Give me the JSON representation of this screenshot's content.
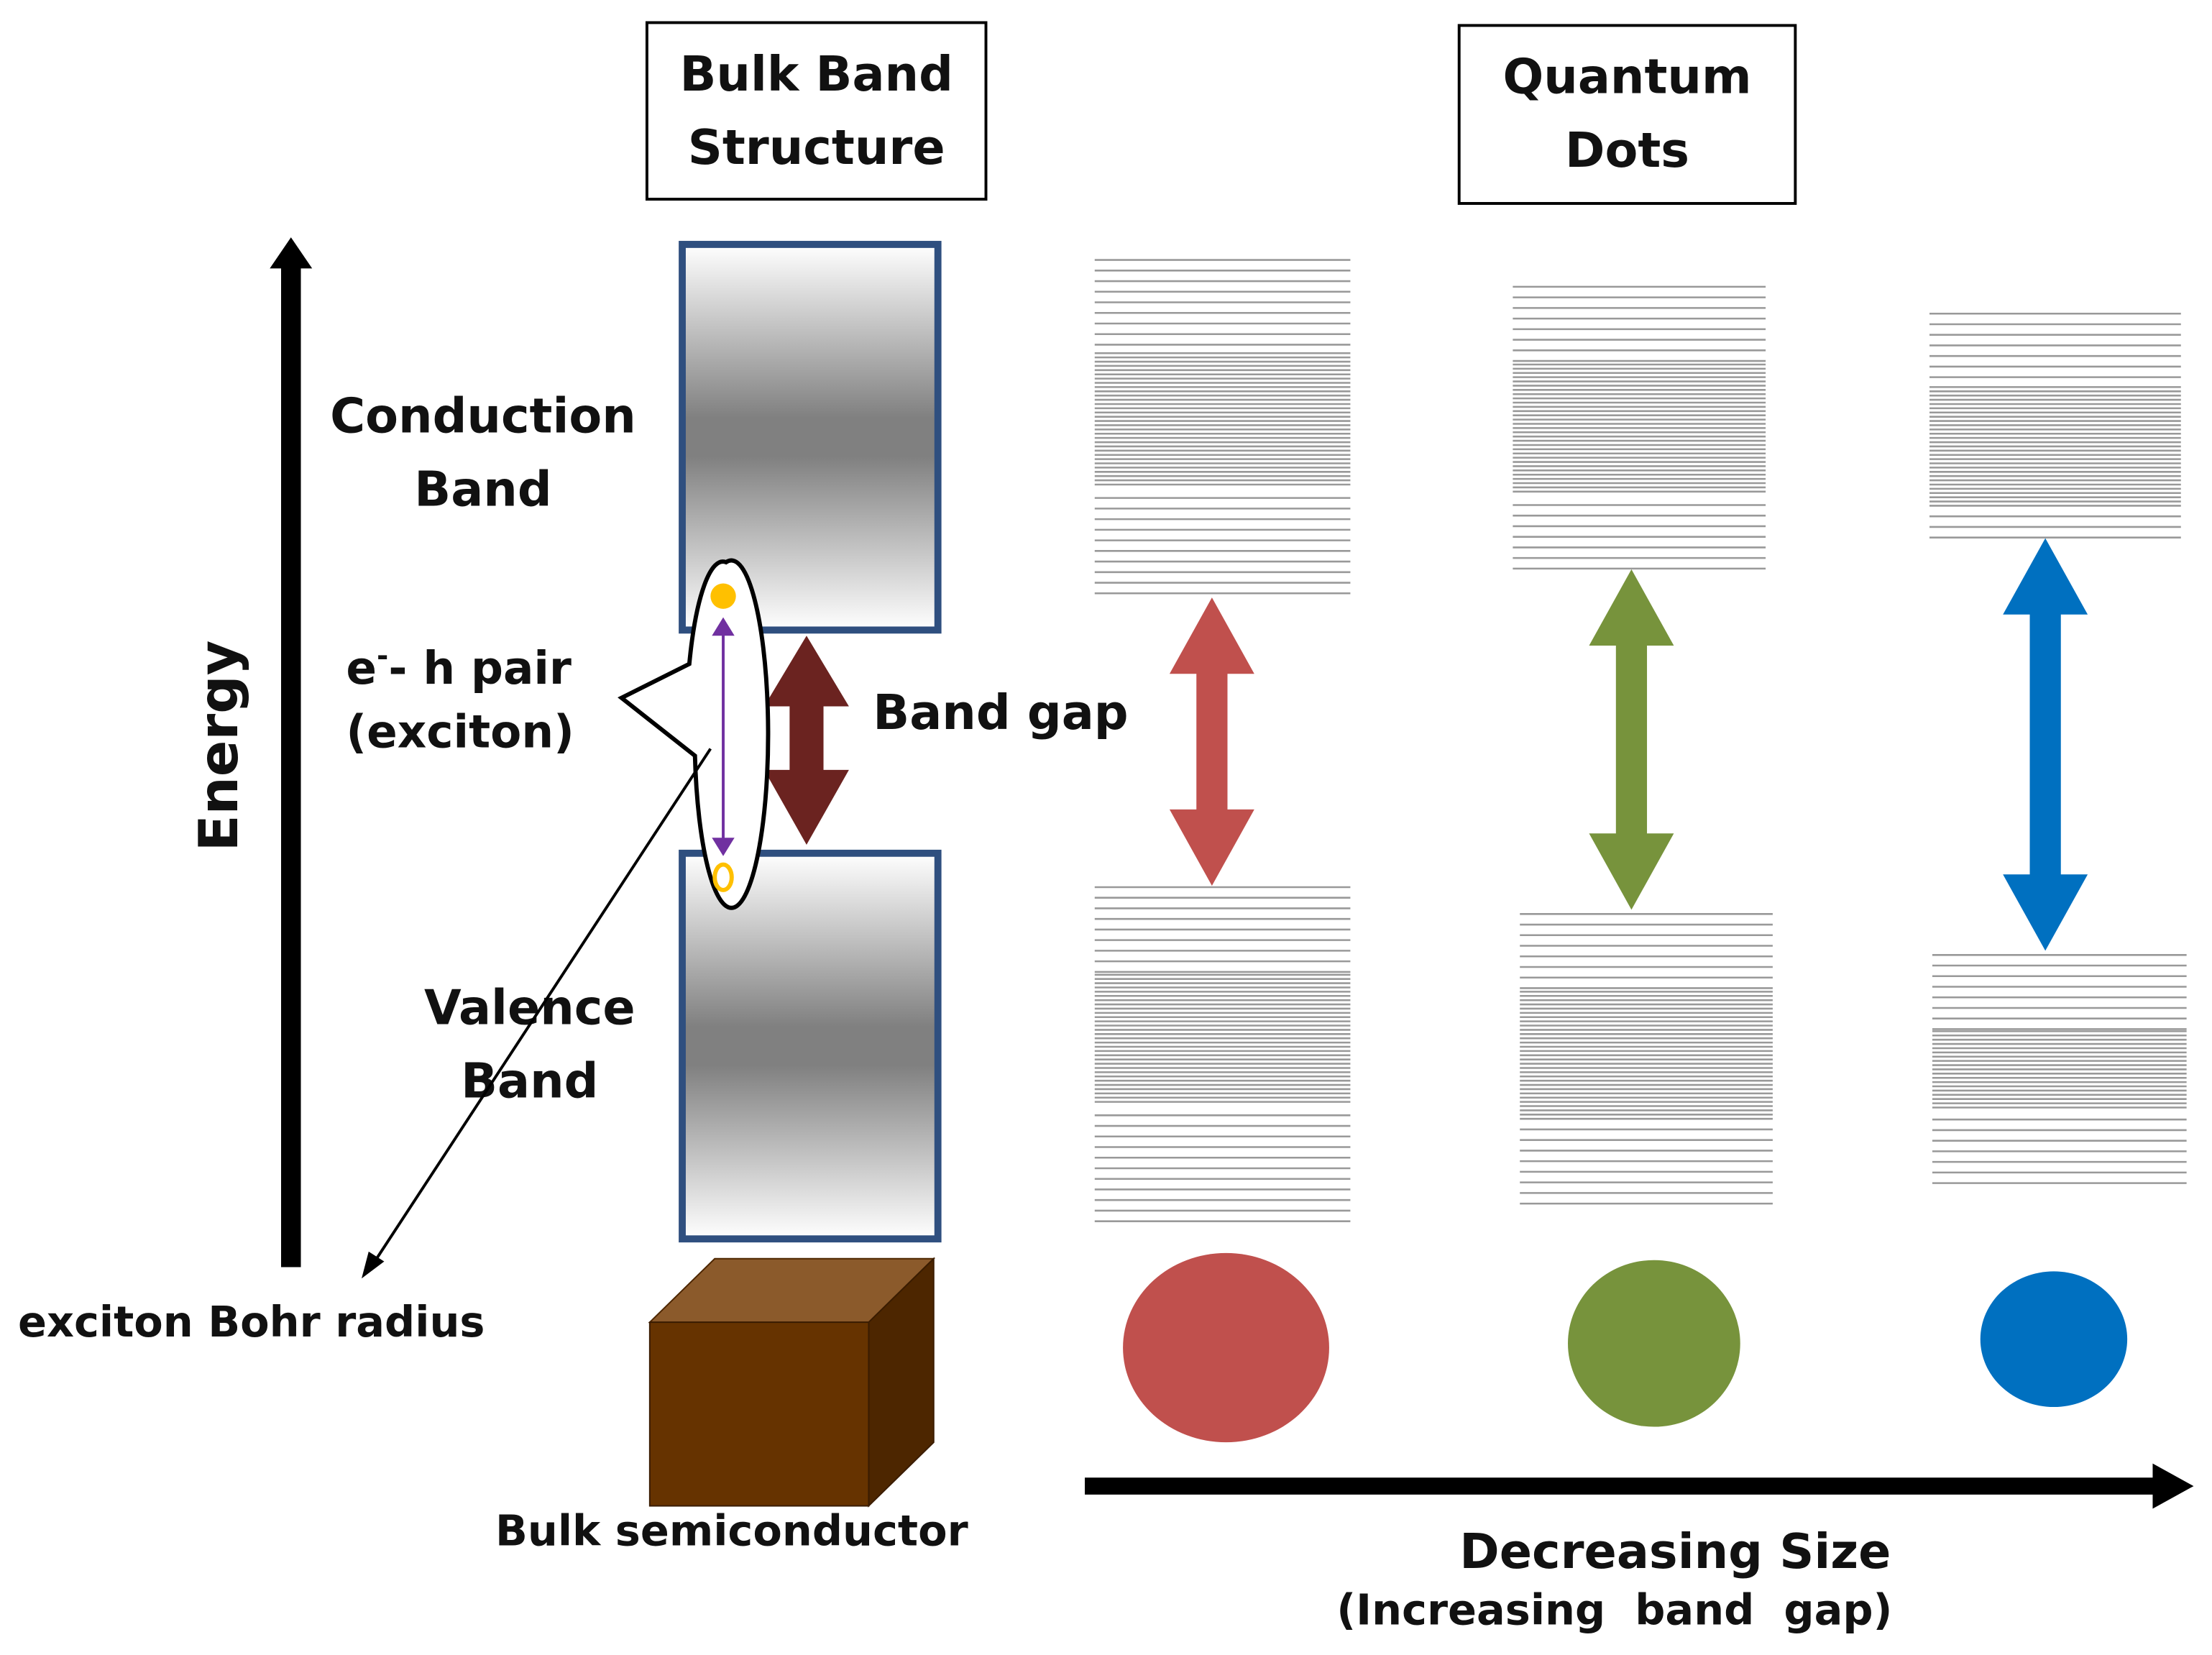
{
  "headers": {
    "bulk_line1": "Bulk Band",
    "bulk_line2": "Structure",
    "qd_line1": "Quantum",
    "qd_line2": "Dots"
  },
  "labels": {
    "energy": "Energy",
    "conduction_line1": "Conduction",
    "conduction_line2": "Band",
    "valence_line1": "Valence",
    "valence_line2": "Band",
    "exciton_line1_main": "e",
    "exciton_line1_sup": "-",
    "exciton_line1_rest": "- h pair",
    "exciton_line2": "(exciton)",
    "band_gap": "Band gap",
    "bohr_radius": "exciton Bohr radius",
    "bulk_semiconductor": "Bulk semiconductor",
    "decreasing_size": "Decreasing Size",
    "increasing_band_gap": "(Increasing  band  gap)"
  },
  "colors": {
    "axis": "#000000",
    "band_border": "#2f4f7f",
    "band_dark": "#808080",
    "band_light": "#ffffff",
    "bulk_gap_arrow": "#6b2320",
    "dot_large": "#c0504d",
    "dot_medium": "#77933c",
    "dot_small": "#0070c0",
    "cube_front": "#663300",
    "cube_top": "#8b5a2b",
    "cube_side": "#4d2600",
    "electron": "#ffc000",
    "exciton_line": "#7030a0",
    "level_lines": "#999999"
  },
  "quantum_dots": [
    {
      "size": "large",
      "color": "#c0504d"
    },
    {
      "size": "medium",
      "color": "#77933c"
    },
    {
      "size": "small",
      "color": "#0070c0"
    }
  ]
}
